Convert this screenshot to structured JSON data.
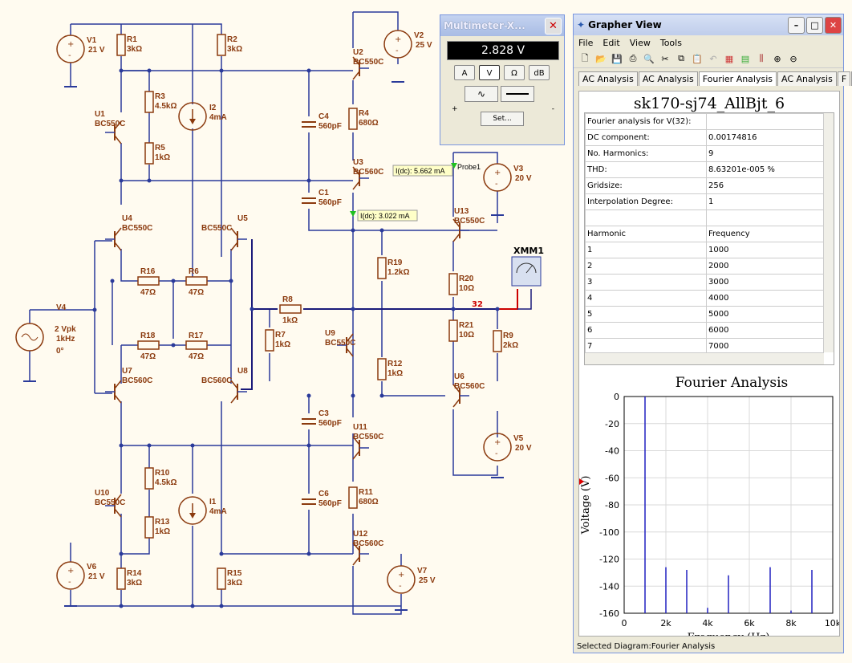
{
  "schematic": {
    "sources": [
      {
        "id": "V1",
        "value": "21 V"
      },
      {
        "id": "V2",
        "value": "25 V"
      },
      {
        "id": "V3",
        "value": "20 V"
      },
      {
        "id": "V5",
        "value": "20 V"
      },
      {
        "id": "V6",
        "value": "21 V"
      },
      {
        "id": "V7",
        "value": "25 V"
      }
    ],
    "v4": {
      "id": "V4",
      "amp": "2 Vpk",
      "freq": "1kHz",
      "phase": "0°"
    },
    "transistors": [
      {
        "id": "U1",
        "type": "BC550C"
      },
      {
        "id": "U2",
        "type": "BC550C"
      },
      {
        "id": "U3",
        "type": "BC560C"
      },
      {
        "id": "U4",
        "type": "BC550C"
      },
      {
        "id": "U5",
        "type": "BC550C"
      },
      {
        "id": "U6",
        "type": "BC560C"
      },
      {
        "id": "U7",
        "type": "BC560C"
      },
      {
        "id": "U8",
        "type": "BC560C"
      },
      {
        "id": "U9",
        "type": "BC550C"
      },
      {
        "id": "U10",
        "type": "BC550C"
      },
      {
        "id": "U11",
        "type": "BC550C"
      },
      {
        "id": "U12",
        "type": "BC560C"
      },
      {
        "id": "U13",
        "type": "BC550C"
      }
    ],
    "resistors": [
      {
        "id": "R1",
        "value": "3kΩ"
      },
      {
        "id": "R2",
        "value": "3kΩ"
      },
      {
        "id": "R3",
        "value": "4.5kΩ"
      },
      {
        "id": "R4",
        "value": "680Ω"
      },
      {
        "id": "R5",
        "value": "1kΩ"
      },
      {
        "id": "R6",
        "value": "47Ω"
      },
      {
        "id": "R7",
        "value": "1kΩ"
      },
      {
        "id": "R8",
        "value": "1kΩ"
      },
      {
        "id": "R9",
        "value": "2kΩ"
      },
      {
        "id": "R10",
        "value": "4.5kΩ"
      },
      {
        "id": "R11",
        "value": "680Ω"
      },
      {
        "id": "R12",
        "value": "1kΩ"
      },
      {
        "id": "R13",
        "value": "1kΩ"
      },
      {
        "id": "R14",
        "value": "3kΩ"
      },
      {
        "id": "R15",
        "value": "3kΩ"
      },
      {
        "id": "R16",
        "value": "47Ω"
      },
      {
        "id": "R17",
        "value": "47Ω"
      },
      {
        "id": "R18",
        "value": "47Ω"
      },
      {
        "id": "R19",
        "value": "1.2kΩ"
      },
      {
        "id": "R20",
        "value": "10Ω"
      },
      {
        "id": "R21",
        "value": "10Ω"
      }
    ],
    "capacitors": [
      {
        "id": "C1",
        "value": "560pF"
      },
      {
        "id": "C3",
        "value": "560pF"
      },
      {
        "id": "C4",
        "value": "560pF"
      },
      {
        "id": "C6",
        "value": "560pF"
      }
    ],
    "currents": [
      {
        "id": "I1",
        "value": "4mA"
      },
      {
        "id": "I2",
        "value": "4mA"
      }
    ],
    "probes": {
      "probe1": "I(dc): 5.662 mA",
      "probe1_name": "Probe1",
      "probe2": "I(dc): 3.022 mA"
    },
    "net_label": "32",
    "xmm": "XMM1"
  },
  "multimeter": {
    "title": "Multimeter-X...",
    "reading": "2.828 V",
    "buttons": [
      "A",
      "V",
      "Ω",
      "dB"
    ],
    "set": "Set...",
    "plus": "+",
    "minus": "-"
  },
  "grapher": {
    "title": "Grapher View",
    "menu": [
      "File",
      "Edit",
      "View",
      "Tools"
    ],
    "tabs": [
      "AC Analysis",
      "AC Analysis",
      "Fourier Analysis",
      "AC Analysis",
      "F"
    ],
    "heading": "sk170-sj74_AllBjt_6",
    "rows": [
      [
        "Fourier analysis for V(32):",
        ""
      ],
      [
        "DC component:",
        "0.00174816"
      ],
      [
        "No. Harmonics:",
        "9"
      ],
      [
        "THD:",
        "8.63201e-005 %"
      ],
      [
        "Gridsize:",
        "256"
      ],
      [
        "Interpolation Degree:",
        "1"
      ],
      [
        "",
        ""
      ],
      [
        "Harmonic",
        "Frequency"
      ],
      [
        "1",
        "1000"
      ],
      [
        "2",
        "2000"
      ],
      [
        "3",
        "3000"
      ],
      [
        "4",
        "4000"
      ],
      [
        "5",
        "5000"
      ],
      [
        "6",
        "6000"
      ],
      [
        "7",
        "7000"
      ]
    ],
    "status": "Selected Diagram:Fourier Analysis"
  },
  "chart_data": {
    "type": "bar",
    "title": "Fourier Analysis",
    "xlabel": "Frequency (Hz)",
    "ylabel": "Voltage (V)",
    "x": [
      1000,
      2000,
      3000,
      4000,
      5000,
      6000,
      7000,
      8000,
      9000
    ],
    "values": [
      0,
      -126,
      -128,
      -156,
      -132,
      -160,
      -126,
      -158,
      -128
    ],
    "xlim": [
      0,
      10000
    ],
    "ylim": [
      -160,
      0
    ],
    "xticks": [
      "0",
      "2k",
      "4k",
      "6k",
      "8k",
      "10k"
    ],
    "yticks": [
      "0",
      "-20",
      "-40",
      "-60",
      "-80",
      "-100",
      "-120",
      "-140",
      "-160"
    ],
    "bar_color": "#2020c0",
    "grid": true
  }
}
